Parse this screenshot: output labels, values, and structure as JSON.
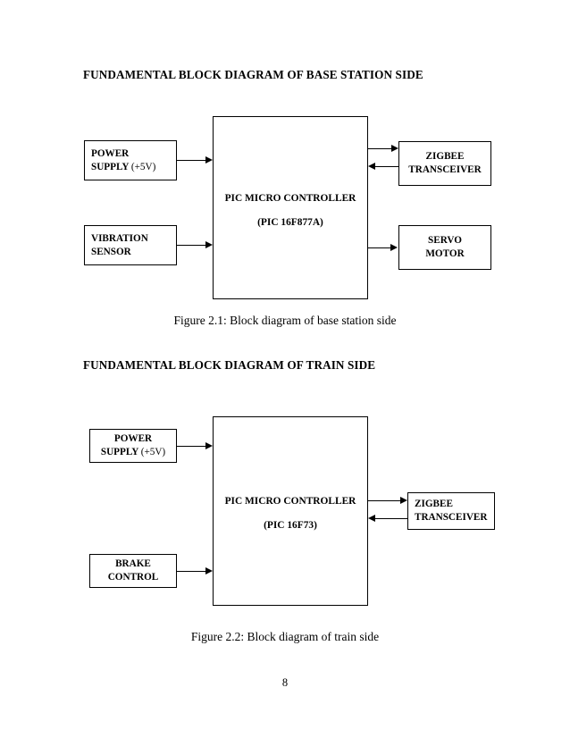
{
  "page": {
    "number": "8"
  },
  "sections": [
    {
      "title": "FUNDAMENTAL BLOCK DIAGRAM OF BASE STATION SIDE",
      "caption": "Figure 2.1: Block diagram of base station side",
      "blocks": {
        "power_supply": {
          "line1": "POWER",
          "line2": "SUPPLY",
          "line2_suffix": "(+5V)"
        },
        "vibration_sensor": {
          "line1": "VIBRATION",
          "line2": "SENSOR"
        },
        "controller": {
          "line1": "PIC MICRO CONTROLLER",
          "line2": "(PIC 16F877A)"
        },
        "zigbee": {
          "line1": "ZIGBEE",
          "line2": "TRANSCEIVER"
        },
        "servo": {
          "line1": "SERVO",
          "line2": "MOTOR"
        }
      }
    },
    {
      "title": "FUNDAMENTAL BLOCK DIAGRAM OF TRAIN SIDE",
      "caption": "Figure 2.2: Block diagram of train side",
      "blocks": {
        "power_supply": {
          "line1": "POWER",
          "line2": "SUPPLY",
          "line2_suffix": "(+5V)"
        },
        "brake_control": {
          "line1": "BRAKE",
          "line2": "CONTROL"
        },
        "controller": {
          "line1": "PIC MICRO CONTROLLER",
          "line2": "(PIC 16F73)"
        },
        "zigbee": {
          "line1": "ZIGBEE",
          "line2": "TRANSCEIVER"
        }
      }
    }
  ]
}
